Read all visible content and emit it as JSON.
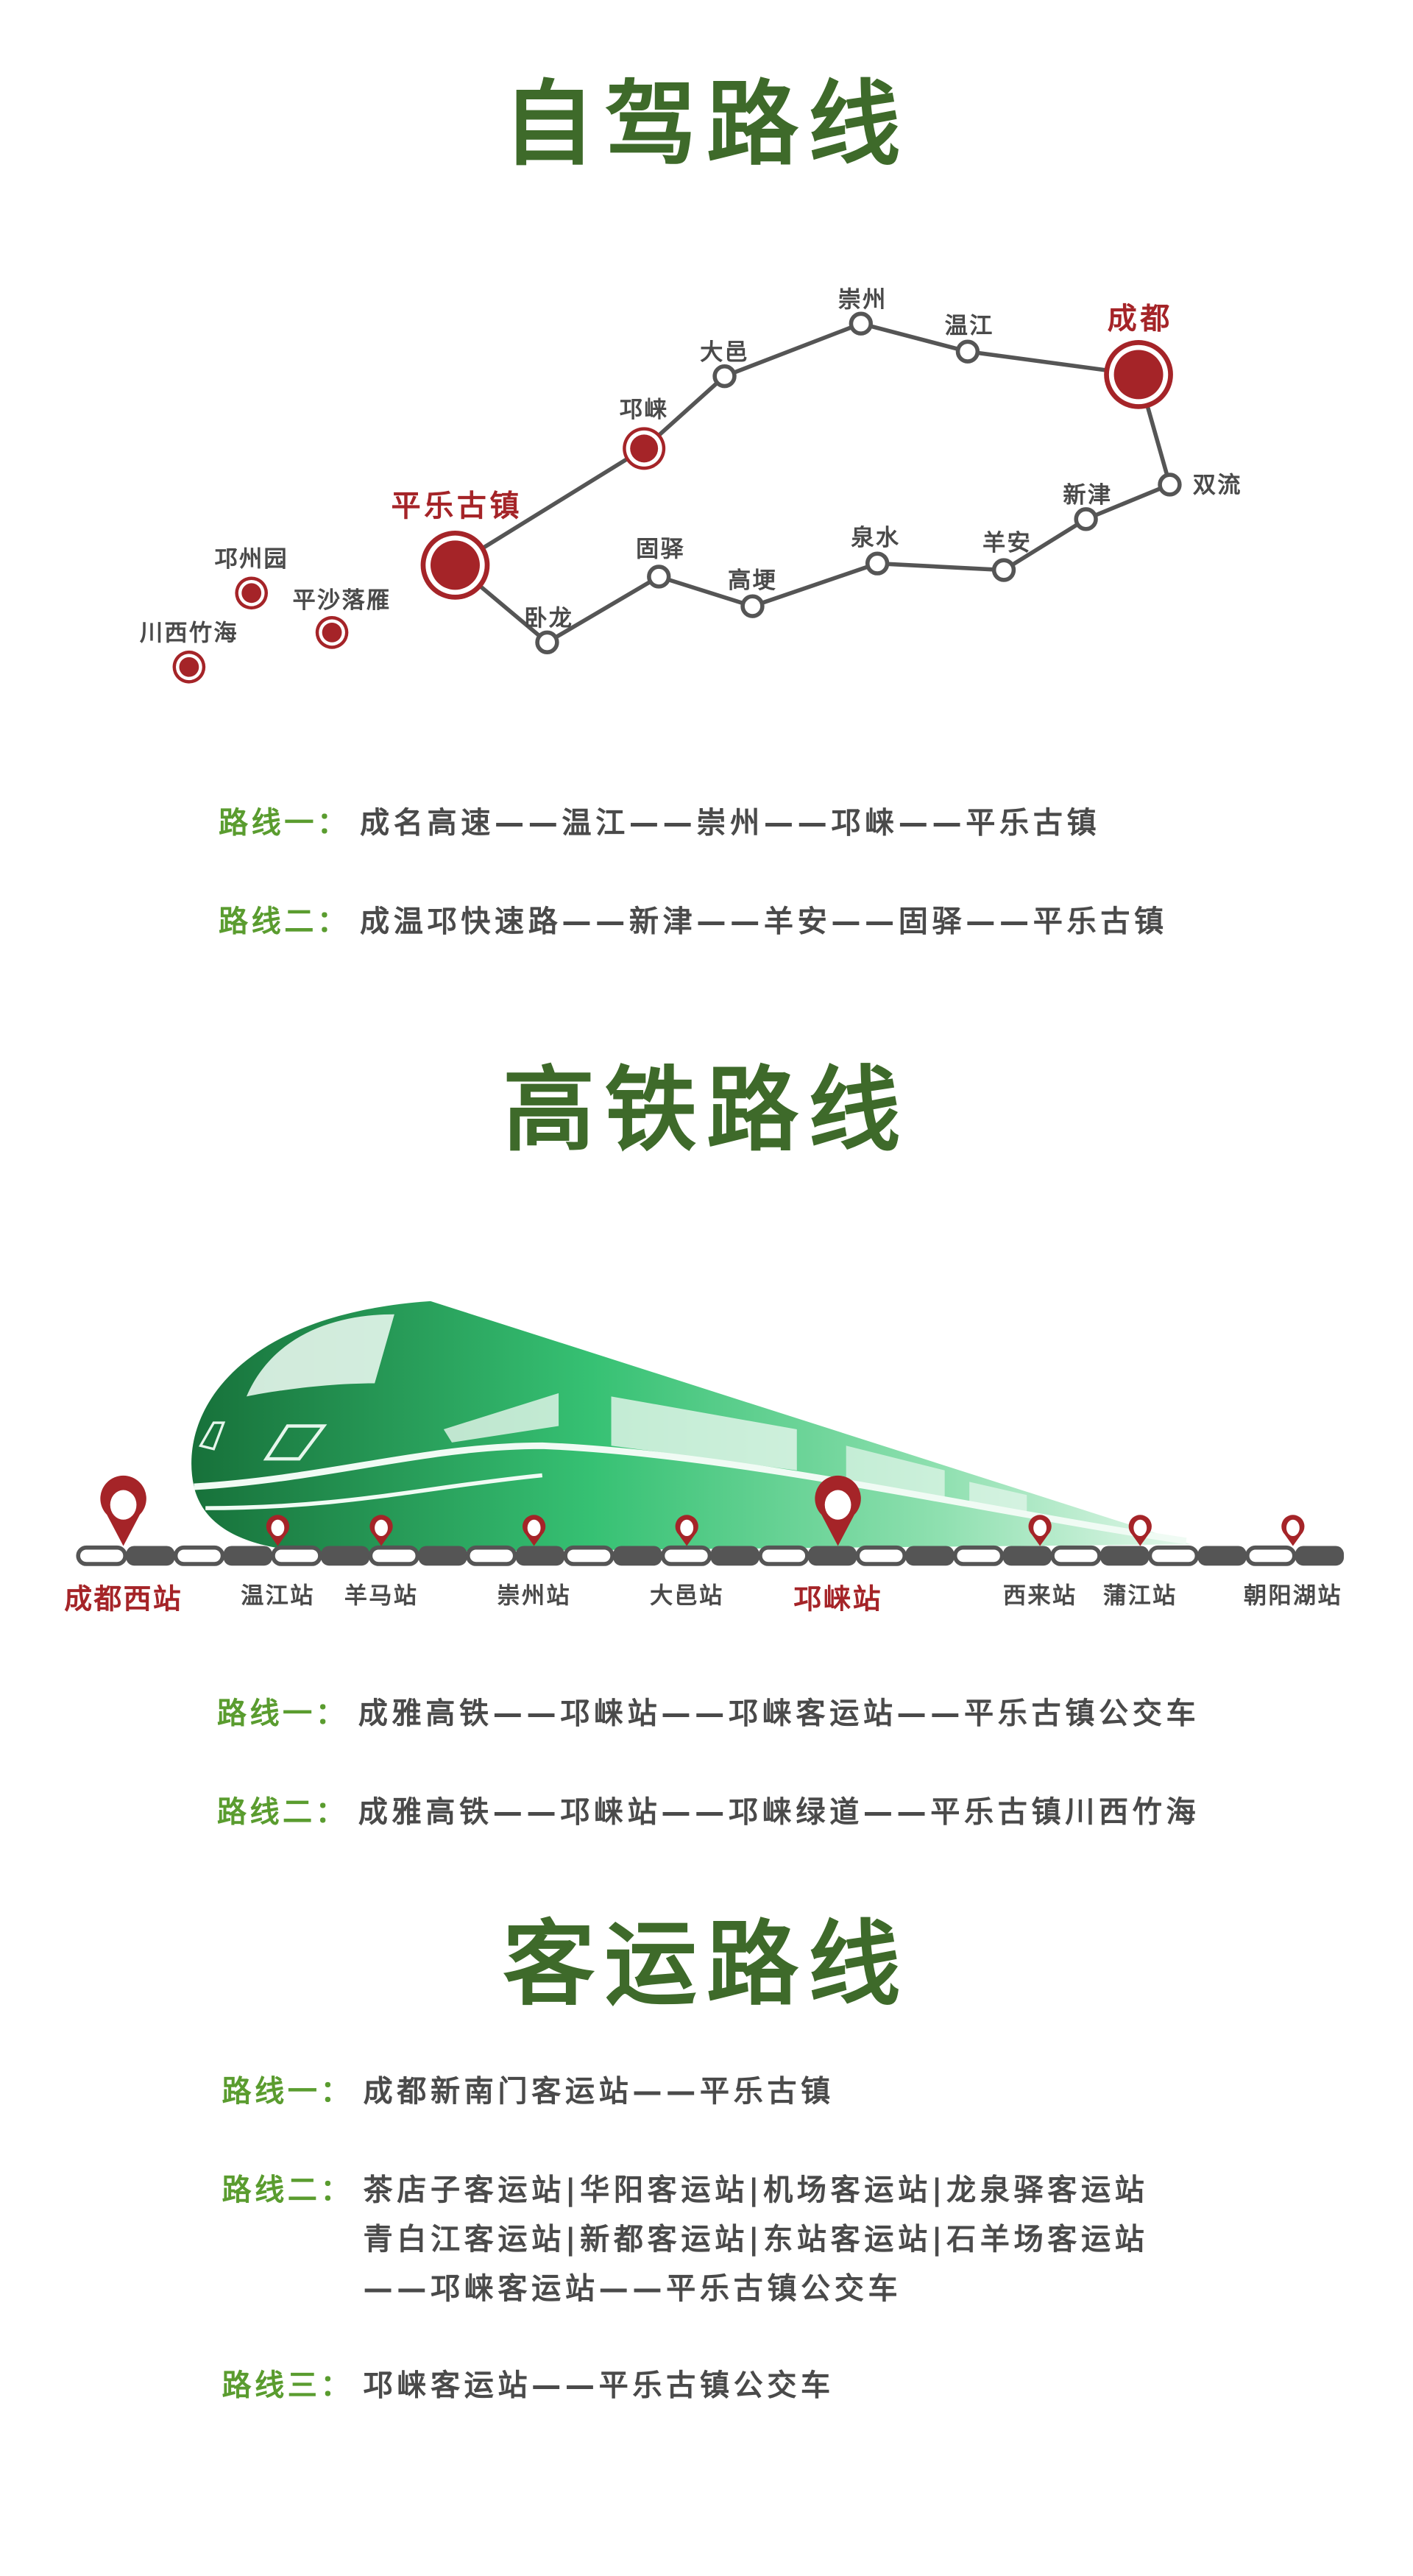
{
  "colors": {
    "heading": "#3e6a2a",
    "label": "#5a9c2f",
    "text": "#4a4a4a",
    "accent": "#a52428",
    "train": "#2fb463"
  },
  "self_drive": {
    "title": "自驾路线",
    "map_nodes": {
      "chengdu": "成都",
      "shuangliu": "双流",
      "xinjin": "新津",
      "yangan": "羊安",
      "quanshui": "泉水",
      "gaogeng": "高埂",
      "guyi": "固驿",
      "wolong": "卧龙",
      "pingle": "平乐古镇",
      "qionglai": "邛崃",
      "dayi": "大邑",
      "chongzhou": "崇州",
      "wenjiang": "温江",
      "qiongzhouyuan": "邛州园",
      "pingsha": "平沙落雁",
      "chuanxi": "川西竹海"
    },
    "routes": [
      {
        "label": "路线一：",
        "text": "成名高速——温江——崇州——邛崃——平乐古镇"
      },
      {
        "label": "路线二：",
        "text": "成温邛快速路——新津——羊安——固驿——平乐古镇"
      }
    ]
  },
  "rail": {
    "title": "高铁路线",
    "stations": [
      "成都西站",
      "温江站",
      "羊马站",
      "崇州站",
      "大邑站",
      "邛崃站",
      "西来站",
      "蒲江站",
      "朝阳湖站"
    ],
    "routes": [
      {
        "label": "路线一：",
        "text": "成雅高铁——邛崃站——邛崃客运站——平乐古镇公交车"
      },
      {
        "label": "路线二：",
        "text": "成雅高铁——邛崃站——邛崃绿道——平乐古镇川西竹海"
      }
    ]
  },
  "coach": {
    "title": "客运路线",
    "routes": [
      {
        "label": "路线一：",
        "lines": [
          "成都新南门客运站——平乐古镇"
        ]
      },
      {
        "label": "路线二：",
        "lines": [
          "茶店子客运站|华阳客运站|机场客运站|龙泉驿客运站",
          "青白江客运站|新都客运站|东站客运站|石羊场客运站",
          "——邛崃客运站——平乐古镇公交车"
        ]
      },
      {
        "label": "路线三：",
        "lines": [
          "邛崃客运站——平乐古镇公交车"
        ]
      }
    ]
  }
}
